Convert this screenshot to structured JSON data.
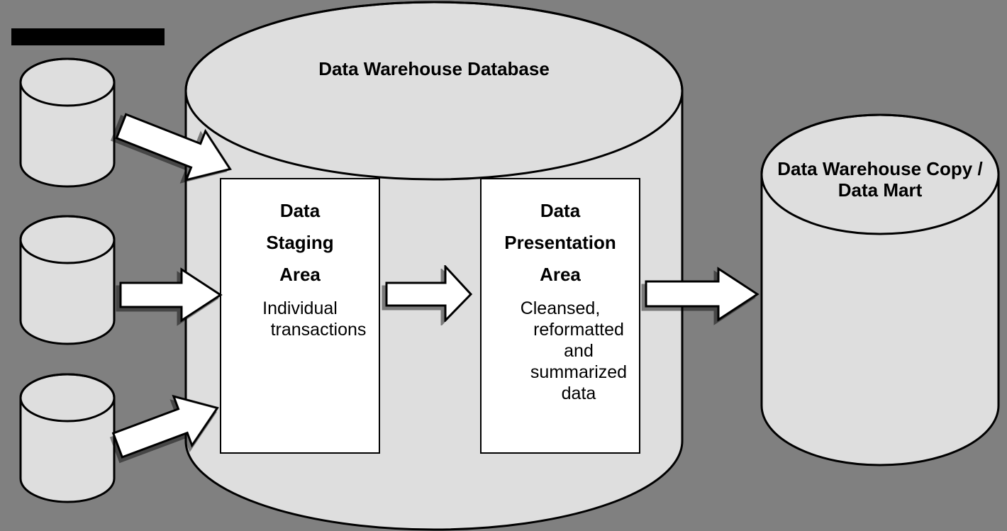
{
  "colors": {
    "background": "#808080",
    "cylinder_fill": "#DEDEDE",
    "box_fill": "#FFFFFF",
    "arrow_fill": "#FFFFFF",
    "outline": "#000000",
    "redaction_bar": "#000000"
  },
  "warehouse_cylinder": {
    "title": "Data Warehouse Database"
  },
  "staging_box": {
    "title_lines": [
      "Data",
      "Staging",
      "Area"
    ],
    "description_lines": [
      "Individual",
      "transactions"
    ]
  },
  "presentation_box": {
    "title_lines": [
      "Data",
      "Presentation",
      "Area"
    ],
    "description_lines": [
      "Cleansed,",
      "reformatted",
      "and",
      "summarized",
      "data"
    ]
  },
  "data_mart_cylinder": {
    "label_lines": [
      "Data Warehouse Copy /",
      "Data Mart"
    ]
  }
}
